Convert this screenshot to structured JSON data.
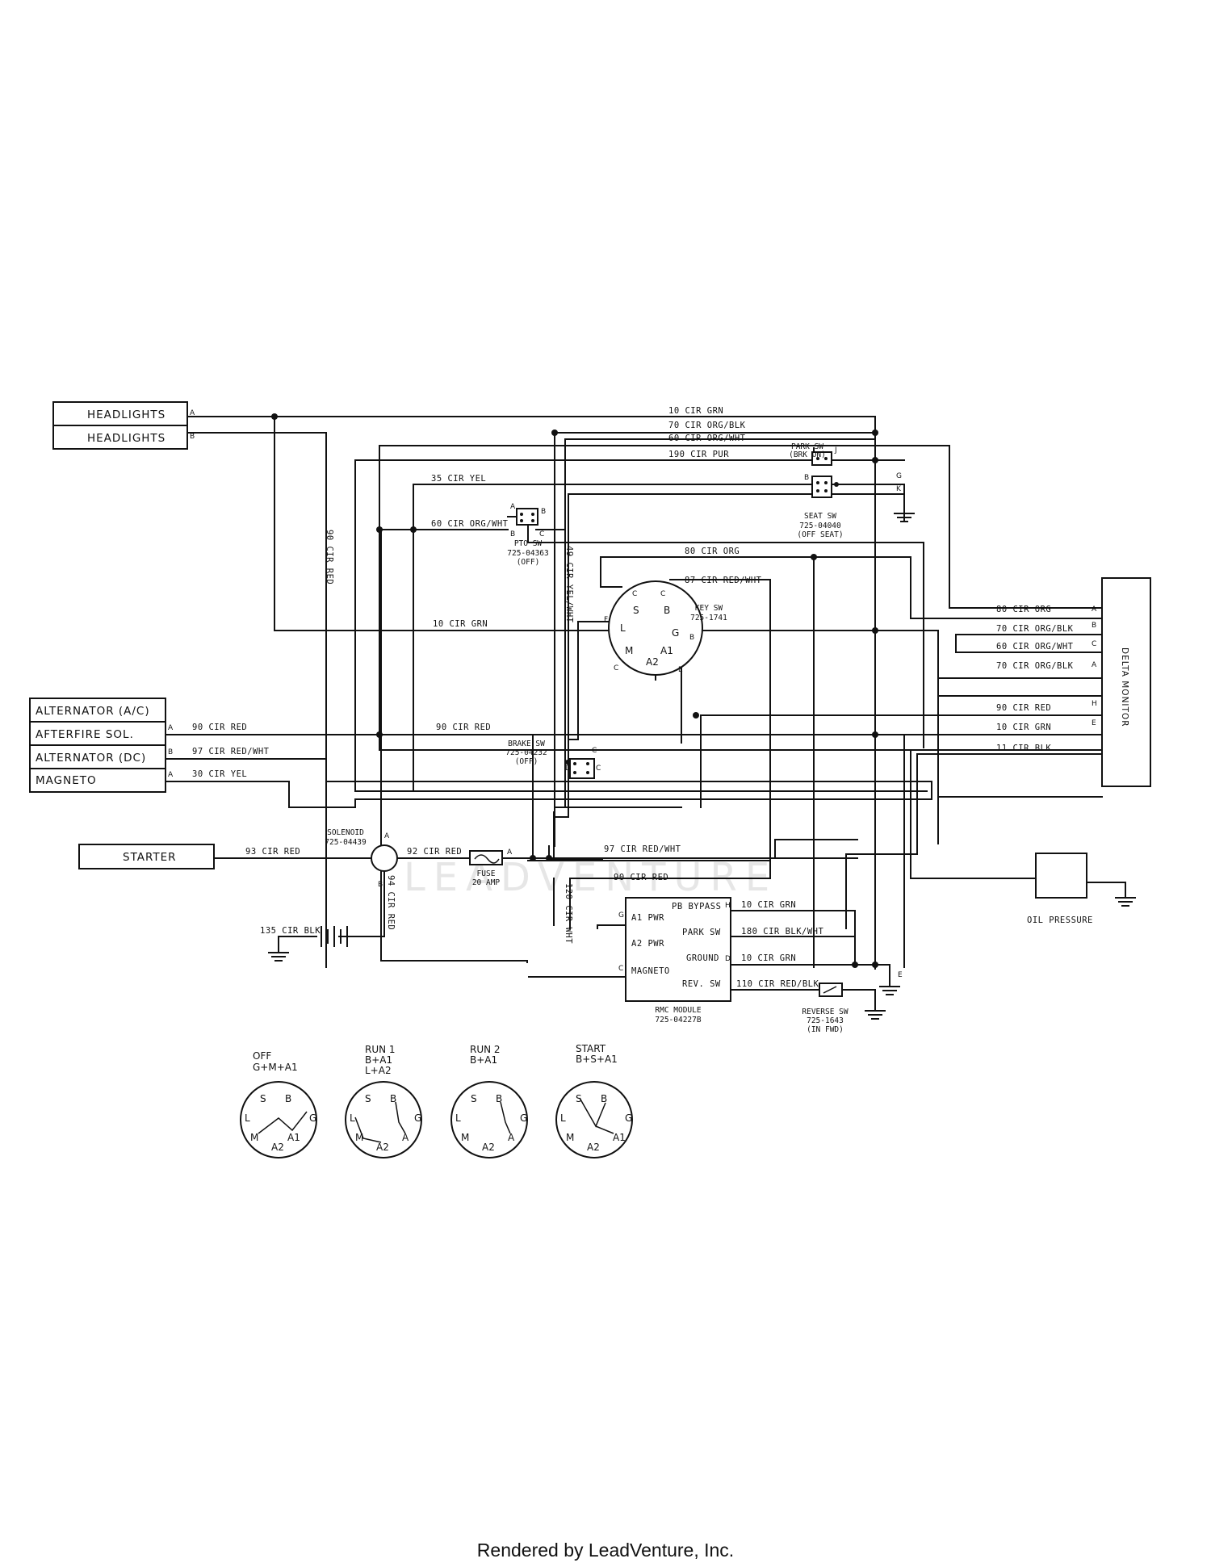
{
  "components": {
    "headlights_a": "HEADLIGHTS",
    "headlights_b": "HEADLIGHTS",
    "alternator_ac": "ALTERNATOR (A/C)",
    "afterfire_sol": "AFTERFIRE SOL.",
    "alternator_dc": "ALTERNATOR (DC)",
    "magneto": "MAGNETO",
    "starter": "STARTER",
    "delta_monitor": "DELTA MONITOR",
    "oil_pressure": "OIL PRESSURE"
  },
  "wires": {
    "w10_grn_top": "10 CIR GRN",
    "w70_org_blk_top": "70 CIR ORG/BLK",
    "w60_org_wht_top": "60 CIR ORG/WHT",
    "w190_pur": "190 CIR PUR",
    "w35_yel": "35 CIR YEL",
    "w60_org_wht_pto": "60 CIR ORG/WHT",
    "w90_red_vert": "90 CIR RED",
    "w49_yel_wht": "49 CIR YEL/WHT",
    "w80_org_key": "80 CIR ORG",
    "w87_red_wht": "87 CIR RED/WHT",
    "w10_grn_mid": "10 CIR GRN",
    "w80_org_dm": "80 CIR ORG",
    "w70_org_blk_dm1": "70 CIR ORG/BLK",
    "w60_org_wht_dm": "60 CIR ORG/WHT",
    "w70_org_blk_dm2": "70 CIR ORG/BLK",
    "w90_red_dm": "90 CIR RED",
    "w10_grn_dm": "10 CIR GRN",
    "w11_blk_dm": "11 CIR BLK",
    "w90_red_alt": "90 CIR RED",
    "w90_red_mid": "90 CIR RED",
    "w97_red_wht_alt": "97 CIR RED/WHT",
    "w30_yel": "30 CIR YEL",
    "w93_red": "93 CIR RED",
    "w92_red": "92 CIR RED",
    "w97_red_wht_low": "97 CIR RED/WHT",
    "w90_red_low": "90 CIR RED",
    "w94_red": "94 CIR RED",
    "w135_blk": "135 CIR BLK",
    "w120_wht": "120 CIR WHT",
    "w10_grn_pb": "10 CIR GRN",
    "w180_blk_wht": "180 CIR BLK/WHT",
    "w10_grn_gnd": "10 CIR GRN",
    "w110_red_blk": "110 CIR RED/BLK"
  },
  "switches": {
    "park_sw": [
      "PARK SW",
      "(BRK ON)"
    ],
    "seat_sw": [
      "SEAT SW",
      "725-04040",
      "(OFF SEAT)"
    ],
    "pto_sw": [
      "PTO SW",
      "725-04363",
      "(OFF)"
    ],
    "key_sw": [
      "KEY SW",
      "725-1741"
    ],
    "brake_sw": [
      "BRAKE SW",
      "725-04232",
      "(OFF)"
    ],
    "solenoid": [
      "SOLENOID",
      "725-04439"
    ],
    "fuse": [
      "FUSE",
      "20 AMP"
    ],
    "rmc_module": [
      "RMC MODULE",
      "725-04227B"
    ],
    "reverse_sw": [
      "REVERSE SW",
      "725-1643",
      "(IN FWD)"
    ]
  },
  "rmc_pins": {
    "a1_pwr": "A1 PWR",
    "a2_pwr": "A2 PWR",
    "magneto": "MAGNETO",
    "pb_bypass": "PB BYPASS",
    "park_sw": "PARK SW",
    "ground": "GROUND",
    "rev_sw": "REV. SW"
  },
  "key_positions": [
    {
      "title": "OFF",
      "combo": [
        "G+M+A1"
      ]
    },
    {
      "title": "RUN 1",
      "combo": [
        "B+A1",
        "L+A2"
      ]
    },
    {
      "title": "RUN 2",
      "combo": [
        "B+A1"
      ]
    },
    {
      "title": "START",
      "combo": [
        "B+S+A1"
      ]
    }
  ],
  "watermark": "LEADVENTURE",
  "footer": "Rendered by LeadVenture, Inc."
}
